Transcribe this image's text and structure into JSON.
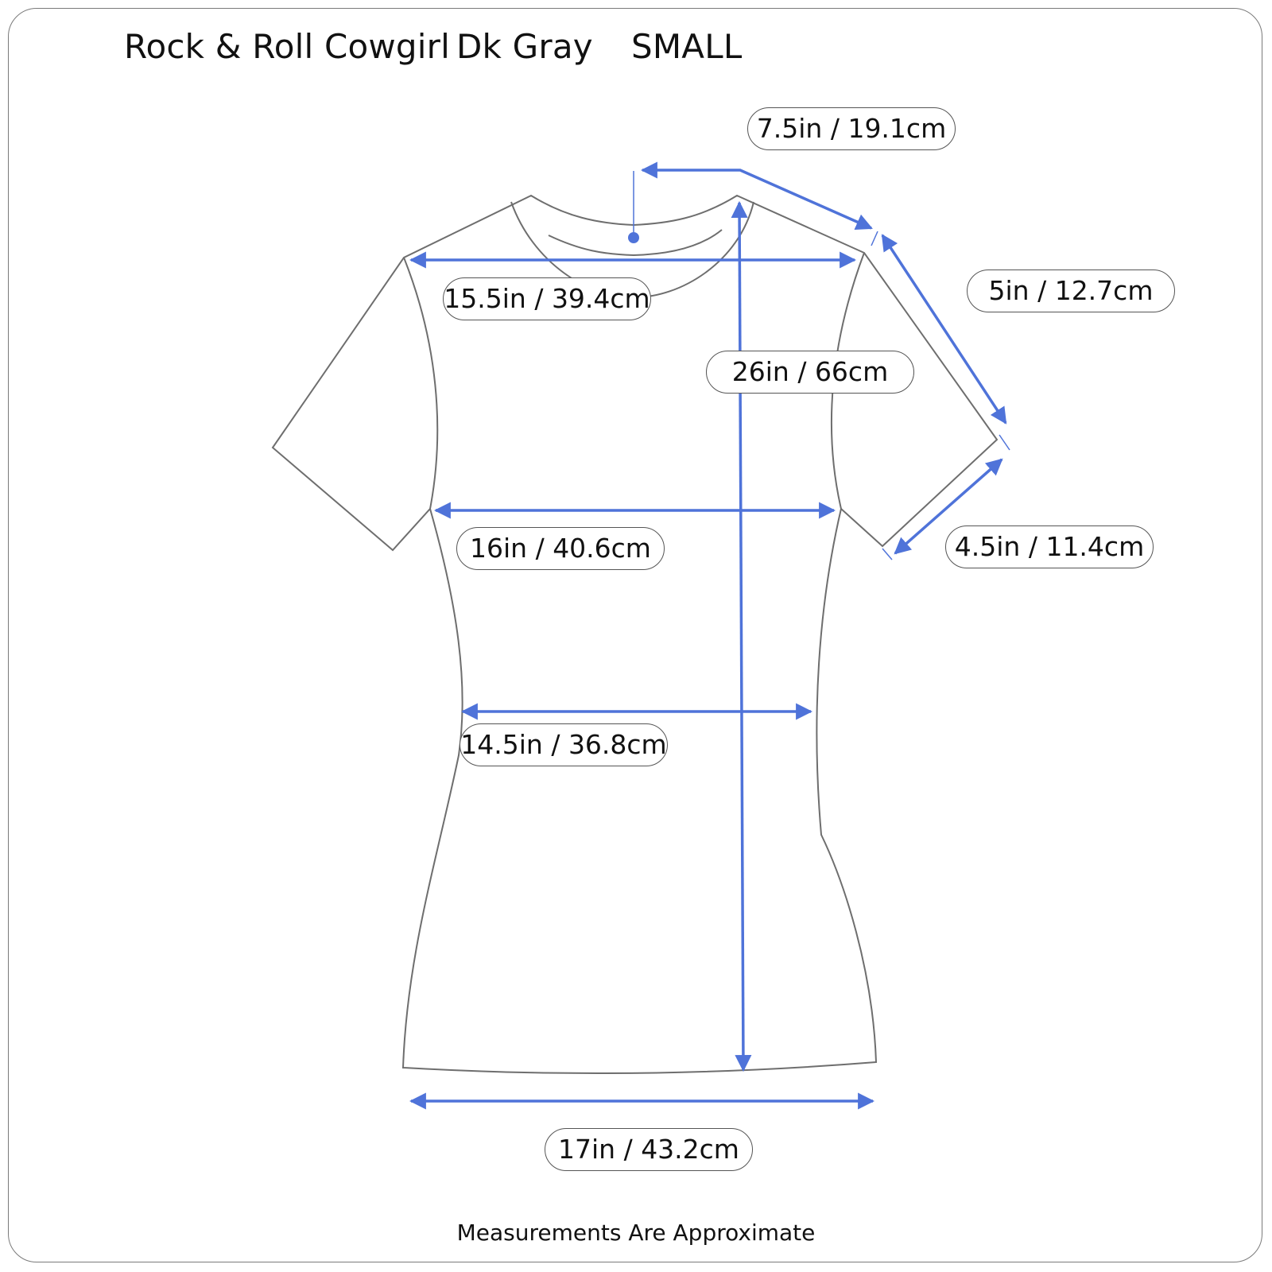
{
  "header": {
    "title": "Rock & Roll Cowgirl",
    "color": "Dk Gray",
    "size": "SMALL"
  },
  "measurements": {
    "shoulder": "7.5in / 19.1cm",
    "chest": "15.5in / 39.4cm",
    "sleeve_length": "5in / 12.7cm",
    "body_length": "26in / 66cm",
    "bust": "16in / 40.6cm",
    "sleeve_opening": "4.5in / 11.4cm",
    "waist": "14.5in / 36.8cm",
    "hem": "17in / 43.2cm"
  },
  "footer": {
    "note": "Measurements Are Approximate"
  },
  "colors": {
    "arrow": "#4f73d9",
    "outline": "#6e6e6e",
    "border": "#7a7a7a"
  }
}
